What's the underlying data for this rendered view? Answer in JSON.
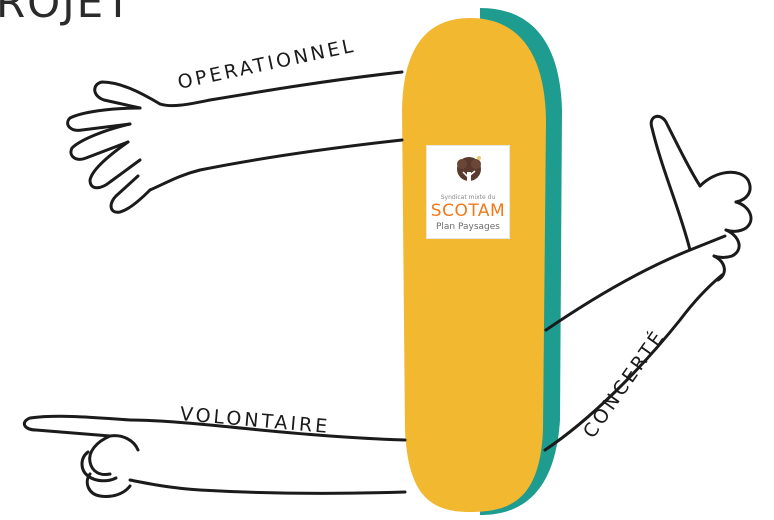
{
  "title": "ROJET",
  "labels": {
    "operationnel": "OPERATIONNEL",
    "volontaire": "VOLONTAIRE",
    "concerte": "CONCERTÉ"
  },
  "logo": {
    "org": "Syndicat mixte du",
    "brand": "SCOTAM",
    "subtitle": "Plan Paysages"
  },
  "colors": {
    "body": "#f2b830",
    "edge": "#1e9c90",
    "ink": "#1b1b1b",
    "brand": "#f07a1a"
  }
}
